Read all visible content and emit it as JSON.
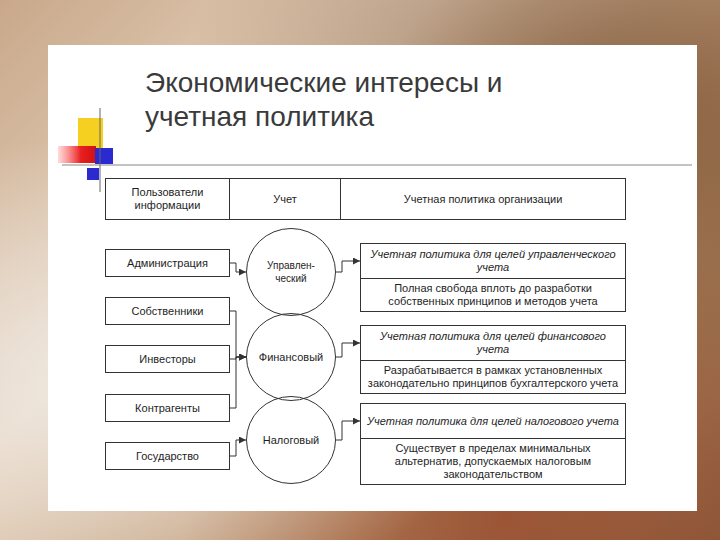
{
  "diagram": {
    "title": "Экономические интересы и учетная политика",
    "nodes": [
      {
        "text": [
          "Пользователи информации"
        ]
      },
      {
        "text": [
          "Учет"
        ]
      },
      {
        "text": [
          "Учетная политика организации"
        ]
      },
      {
        "text": [
          "Администрация"
        ]
      },
      {
        "text": [
          "Собственники"
        ]
      },
      {
        "text": [
          "Инвесторы"
        ]
      },
      {
        "text": [
          "Контрагенты"
        ]
      },
      {
        "text": [
          "Государство"
        ]
      },
      {
        "text": [
          "Управлен-ческий"
        ]
      },
      {
        "text": [
          "Финансовый"
        ]
      },
      {
        "text": [
          "Налоговый"
        ]
      },
      {
        "text": [
          "Учетная политика для целей управленческого учета"
        ]
      },
      {
        "text": [
          "Полная свобода вплоть до разработки собственных принципов и методов учета"
        ]
      },
      {
        "text": [
          "Учетная политика для целей финансового учета"
        ]
      },
      {
        "text": [
          "Разрабатывается в рамках установленных законодательно принципов бухгалтерского учета"
        ]
      },
      {
        "text": [
          "Учетная политика для целей налогового учета"
        ]
      },
      {
        "text": [
          "Существует в пределах минимальных альтернатив, допускаемых налоговым законодательством"
        ]
      }
    ],
    "edges": [
      {
        "from": 3,
        "to": 8,
        "arrow": "to"
      },
      {
        "from": 4,
        "to": 9,
        "arrow": "to"
      },
      {
        "from": 5,
        "to": 9,
        "arrow": "to"
      },
      {
        "from": 6,
        "to": 9,
        "arrow": "to"
      },
      {
        "from": 7,
        "to": 10,
        "arrow": "to"
      },
      {
        "from": 8,
        "to": 11,
        "arrow": "to"
      },
      {
        "from": 9,
        "to": 13,
        "arrow": "to"
      },
      {
        "from": 10,
        "to": 15,
        "arrow": "to"
      }
    ]
  }
}
